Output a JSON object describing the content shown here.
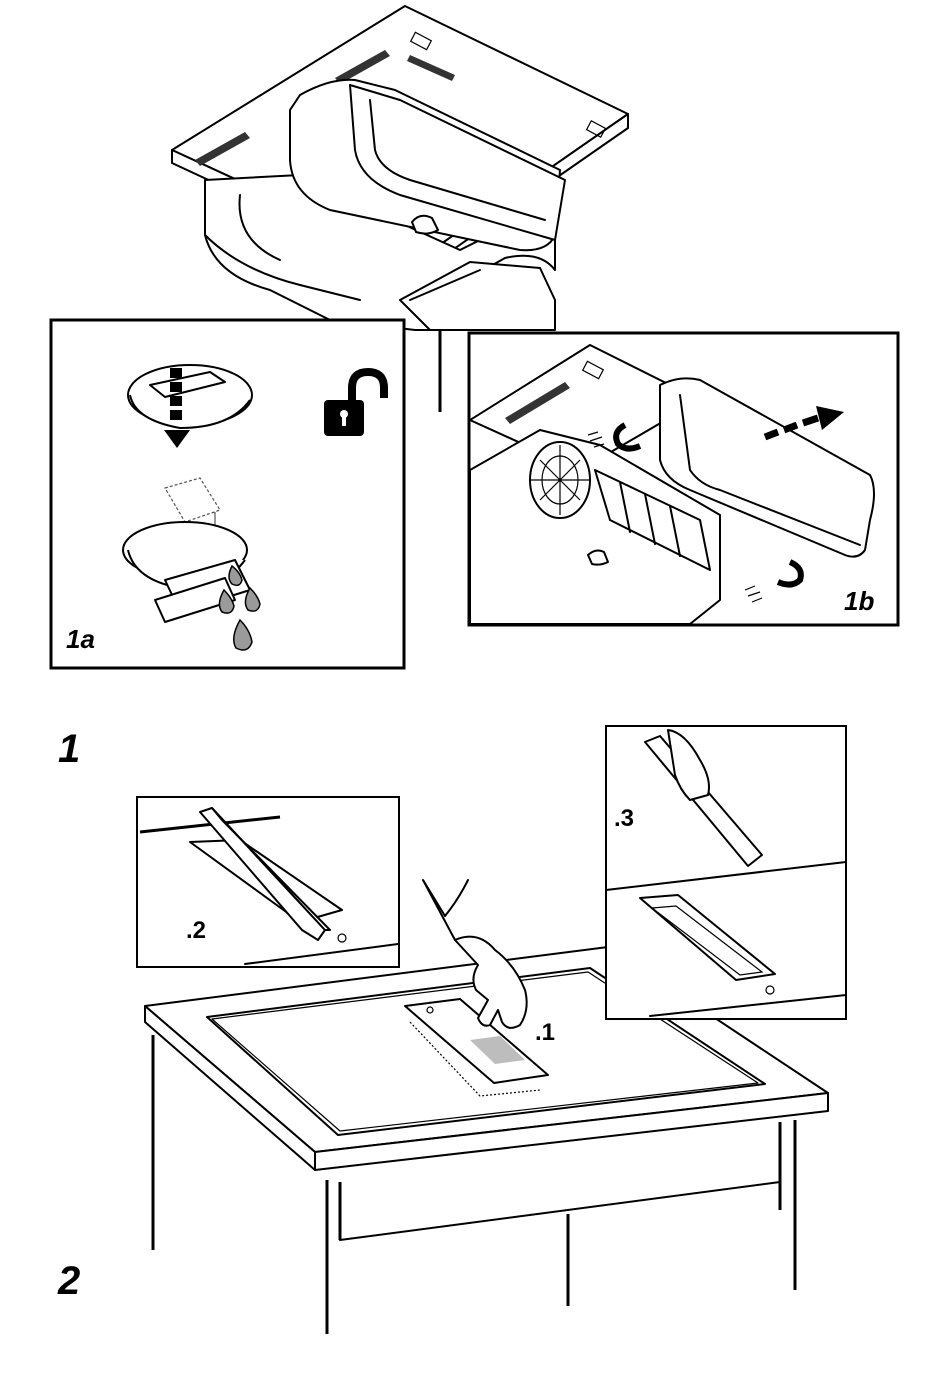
{
  "figure": {
    "step1_label": "1",
    "step2_label": "2",
    "panel_1a_label": "1a",
    "panel_1b_label": "1b",
    "sub_1_label": ".1",
    "sub_2_label": ".2",
    "sub_3_label": ".3"
  },
  "icons": {
    "unlock": "open-padlock-icon",
    "arrow_down": "dashed-down-arrow-icon",
    "arrow_right": "dashed-up-right-arrow-icon",
    "magnet": "magnet-icon",
    "drops": "water-drop-icon",
    "hand": "hand-icon"
  },
  "colors": {
    "ink": "#000000",
    "paper": "#ffffff",
    "drop_fill": "#9a9a9a",
    "highlight": "#bdbdbd"
  }
}
